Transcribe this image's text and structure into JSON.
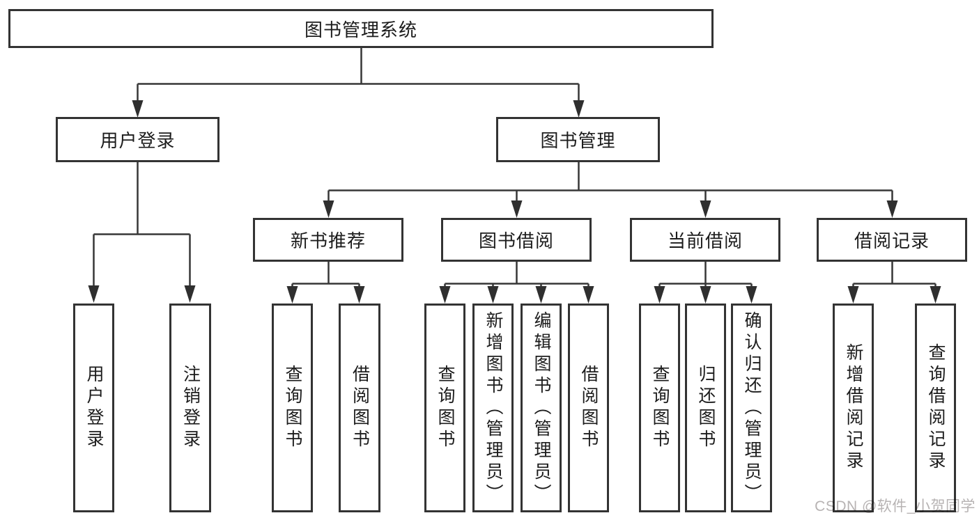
{
  "diagram": {
    "title": "图书管理系统",
    "root": {
      "label": "图书管理系统"
    },
    "branches": [
      {
        "label": "用户登录",
        "children": [
          {
            "label": "用户登录"
          },
          {
            "label": "注销登录"
          }
        ]
      },
      {
        "label": "图书管理",
        "groups": [
          {
            "label": "新书推荐",
            "children": [
              {
                "label": "查询图书"
              },
              {
                "label": "借阅图书"
              }
            ]
          },
          {
            "label": "图书借阅",
            "children": [
              {
                "label": "查询图书"
              },
              {
                "label": "新增图书（管理员）"
              },
              {
                "label": "编辑图书（管理员）"
              },
              {
                "label": "借阅图书"
              }
            ]
          },
          {
            "label": "当前借阅",
            "children": [
              {
                "label": "查询图书"
              },
              {
                "label": "归还图书"
              },
              {
                "label": "确认归还（管理员）"
              }
            ]
          },
          {
            "label": "借阅记录",
            "children": [
              {
                "label": "新增借阅记录"
              },
              {
                "label": "查询借阅记录"
              }
            ]
          }
        ]
      }
    ]
  },
  "watermark": {
    "text": "CSDN @软件_小贺同学",
    "color": "#b7b3b3"
  },
  "colors": {
    "line": "#373737",
    "arrow": "#2f2f2f",
    "box_border": "#333333",
    "text": "#1c1c1c",
    "background": "#ffffff"
  }
}
